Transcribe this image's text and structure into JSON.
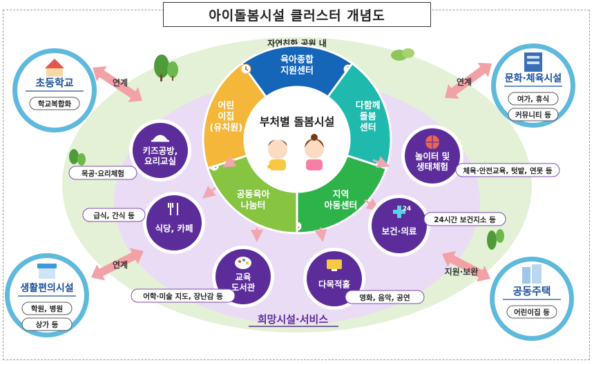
{
  "title": "아이돌봄시설 클러스터 개념도",
  "park_label": "자연친화 공원 내",
  "center_label": "부처별 돌봄시설",
  "segments": {
    "top": [
      "육아종합",
      "지원센터"
    ],
    "right": [
      "다함께",
      "돌봄",
      "센터"
    ],
    "bottom_right": [
      "지역",
      "아동센터"
    ],
    "bottom_left": [
      "공동육아",
      "나눔터"
    ],
    "left": [
      "어린",
      "이집",
      "(유치원)"
    ]
  },
  "services": {
    "kids_kitchen": {
      "label": [
        "키즈공방,",
        "요리교실"
      ],
      "tag": "목공·요리체험"
    },
    "restaurant": {
      "label": [
        "식당, 카페"
      ],
      "tag": "급식, 간식 등"
    },
    "library": {
      "label": [
        "교육",
        "도서관"
      ],
      "tag": "어학·미술 지도, 장난감 등"
    },
    "multipurpose": {
      "label": [
        "다목적홀"
      ],
      "tag": "영화, 음악, 공연"
    },
    "health": {
      "label": [
        "보건·의료"
      ],
      "tag": "24시간 보건지소 등",
      "badge": "24"
    },
    "playground": {
      "label": [
        "놀이터 및",
        "생태체험"
      ],
      "tag": "체육·안전교육, 텃밭, 연못 등"
    }
  },
  "bottom_label": "희망시설·서비스",
  "externals": {
    "school": {
      "title": "초등학교",
      "items": [
        "학교복합화"
      ],
      "link": "연계"
    },
    "culture": {
      "title": "문화·체육시설",
      "items": [
        "여가, 휴식",
        "커뮤니티 등"
      ],
      "link": "연계"
    },
    "convenience": {
      "title": "생활편의시설",
      "items": [
        "학원, 병원",
        "상가 등"
      ],
      "link": "연계"
    },
    "housing": {
      "title": "공동주택",
      "items": [
        "어린이집 등"
      ],
      "link": "지원·보완"
    }
  },
  "colors": {
    "top": "#1565b8",
    "right": "#1fb9ad",
    "bottom_right": "#2db34a",
    "bottom_left": "#86c441",
    "left": "#f4b73a",
    "service": "#5b2c9a",
    "external_ring": "#5fb9dd",
    "external_title": "#1a4f9c",
    "link_arrow": "#f2a1a7",
    "ellipse_inner": "#e8dcf3",
    "ellipse_outer": "#e3f1d7"
  }
}
